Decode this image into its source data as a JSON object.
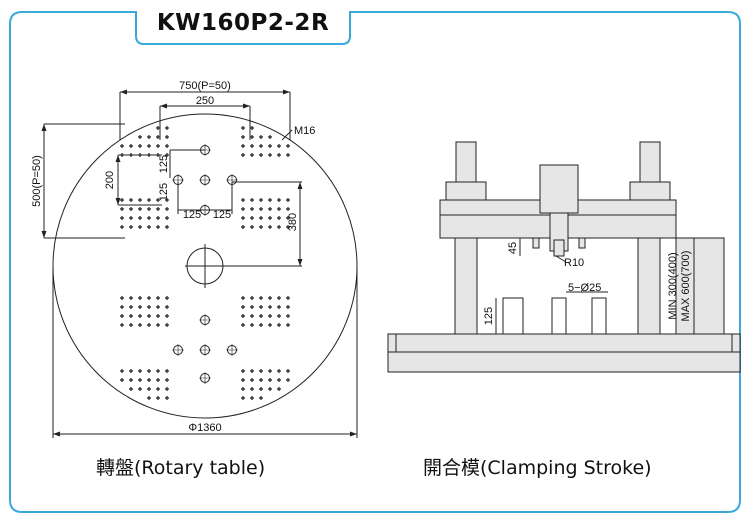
{
  "title": "KW160P2-2R",
  "colors": {
    "frame": "#39a9dc",
    "line": "#222222",
    "fill": "#e6e6e6"
  },
  "rotary_table": {
    "caption": "轉盤(Rotary table)",
    "dims": {
      "width_pitch": "750(P=50)",
      "inner_width": "250",
      "height_pitch": "500(P=50)",
      "inner_height": "200",
      "thread": "M16",
      "v125": "125",
      "v125b": "125",
      "h125a": "125",
      "h125b": "125",
      "radius_offset": "380",
      "diameter": "Φ1360"
    }
  },
  "clamping": {
    "caption": "開合模(Clamping Stroke)",
    "dims": {
      "d45": "45",
      "r10": "R10",
      "holes": "5−Ø25",
      "h125": "125",
      "stroke_min": "MIN 300(400)",
      "stroke_max": "MAX 600(700)"
    }
  }
}
